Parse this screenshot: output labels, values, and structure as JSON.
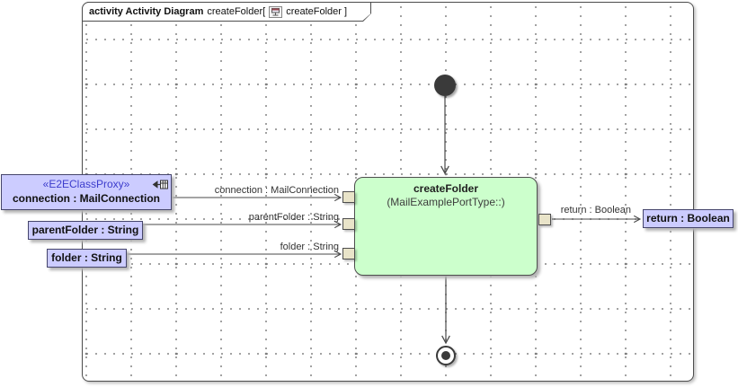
{
  "header": {
    "keyword": "activity Activity Diagram",
    "diagram_name": "createFolder[",
    "diagram_ref": "createFolder ]",
    "icon": "activity-diagram-icon"
  },
  "action": {
    "title": "createFolder",
    "qualifier": "(MailExamplePortType::)"
  },
  "flows": {
    "connection_label": "connection : MailConnection",
    "parent_folder_label": "parentFolder : String",
    "folder_label": "folder : String",
    "return_label": "return : Boolean"
  },
  "parameters": {
    "proxy": {
      "stereotype": "«E2EClassProxy»",
      "name": "connection : MailConnection",
      "icon": "proxy-port-icon"
    },
    "parent_folder": {
      "name": "parentFolder : String"
    },
    "folder": {
      "name": "folder : String"
    },
    "return": {
      "name": "return : Boolean"
    }
  },
  "nodes": {
    "initial": "initial-node",
    "final": "activity-final-node"
  },
  "colors": {
    "action_fill": "#ccffcc",
    "parameter_fill": "#ccccff",
    "pin_fill": "#e9e4c9",
    "stereotype_text": "#3c3ccc",
    "edge_line": "#4a4a4a",
    "grid_dot": "#909090"
  }
}
